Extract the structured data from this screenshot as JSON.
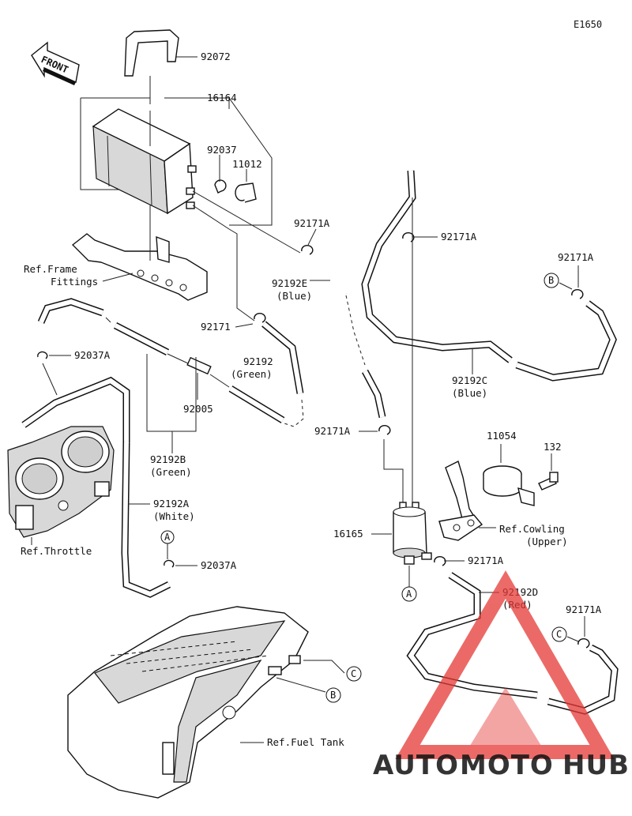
{
  "diagram_code": "E1650",
  "front_label": "FRONT",
  "parts": {
    "p92072": "92072",
    "p16164": "16164",
    "p92037": "92037",
    "p11012": "11012",
    "p92171A_1": "92171A",
    "p92171A_2": "92171A",
    "p92171A_3": "92171A",
    "p92171A_4": "92171A",
    "p92171A_5": "92171A",
    "p92171A_6": "92171A",
    "p92192E": "92192E",
    "p92192E_color": "(Blue)",
    "p92171": "92171",
    "p92192": "92192",
    "p92192_color": "(Green)",
    "p92037A_1": "92037A",
    "p92037A_2": "92037A",
    "p92005": "92005",
    "p92192B": "92192B",
    "p92192B_color": "(Green)",
    "p92192A": "92192A",
    "p92192A_color": "(White)",
    "p92192C": "92192C",
    "p92192C_color": "(Blue)",
    "p11054": "11054",
    "p132": "132",
    "p16165": "16165",
    "p92192D": "92192D",
    "p92192D_color": "(Red)"
  },
  "refs": {
    "frame_line1": "Ref.Frame",
    "frame_line2": "Fittings",
    "throttle": "Ref.Throttle",
    "cowling_line1": "Ref.Cowling",
    "cowling_line2": "(Upper)",
    "fuel_tank": "Ref.Fuel Tank"
  },
  "callouts": {
    "A1": "A",
    "A2": "A",
    "B1": "B",
    "B2": "B",
    "C1": "C",
    "C2": "C"
  },
  "watermark": {
    "part1": "AUTO",
    "part2": "MOTO",
    "part3": "HUB",
    "color_orange": "#f5a623",
    "color_red": "#e53935",
    "color_gray": "#555555"
  }
}
